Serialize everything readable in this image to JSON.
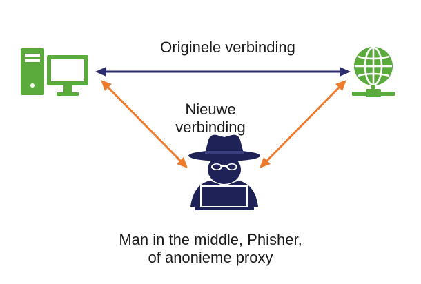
{
  "labels": {
    "original_connection": "Originele verbinding",
    "new_connection_line1": "Nieuwe",
    "new_connection_line2": "verbinding",
    "attacker_line1": "Man in the middle, Phisher,",
    "attacker_line2": "of anonieme proxy"
  },
  "icons": {
    "client": "computer-icon",
    "server": "globe-server-icon",
    "attacker": "hacker-icon"
  },
  "colors": {
    "icon_green": "#5aab3c",
    "original_arrow": "#2b2c6e",
    "new_arrow": "#ee7a2c",
    "attacker": "#1f2257"
  }
}
